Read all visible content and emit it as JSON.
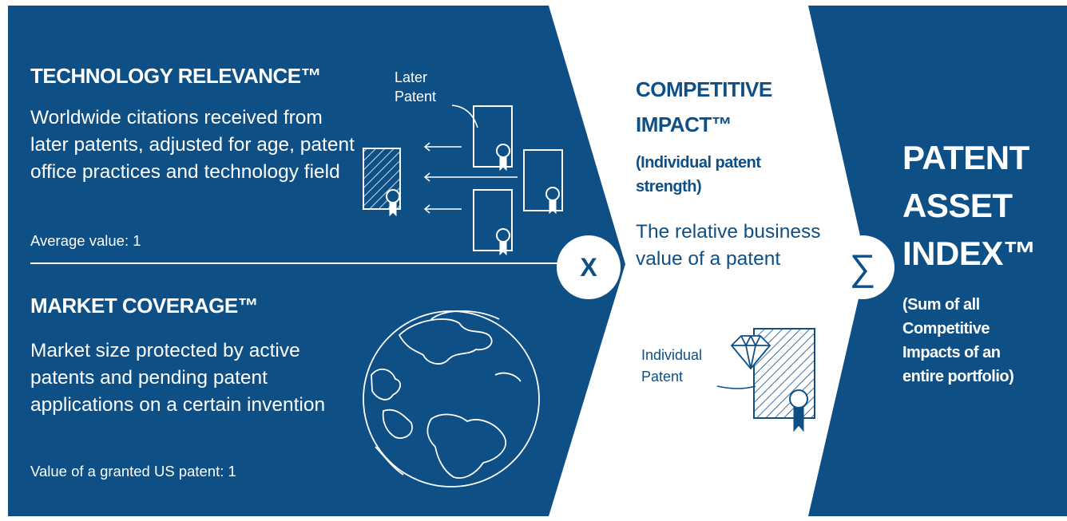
{
  "technology_relevance": {
    "title": "TECHNOLOGY RELEVANCE™",
    "description": "Worldwide citations received from later patents, adjusted for age, patent office practices and technology field",
    "average": "Average value: 1"
  },
  "market_coverage": {
    "title": "MARKET COVERAGE™",
    "description": "Market size protected by active patents and pending patent applications on a certain invention",
    "value": "Value of a granted US patent: 1"
  },
  "later_patent_label": [
    "Later",
    "Patent"
  ],
  "operator_multiply": "X",
  "competitive_impact": {
    "title_lines": [
      "COMPETITIVE",
      "IMPACT™"
    ],
    "subtitle_lines": [
      "(Individual patent",
      "strength)"
    ],
    "description": "The relative business value of a patent"
  },
  "individual_patent_label": [
    "Individual",
    "Patent"
  ],
  "operator_sum": "∑",
  "patent_asset_index": {
    "title_lines": [
      "PATENT",
      "ASSET",
      "INDEX™"
    ],
    "subtitle_lines": [
      "(Sum of all",
      "Competitive",
      "Impacts of an",
      "entire portfolio)"
    ]
  },
  "colors": {
    "primary_blue": "#0e4f86",
    "white": "#ffffff"
  },
  "icons": [
    "patent-document-icon",
    "globe-icon",
    "diamond-icon",
    "arrow-left-icon",
    "ribbon-seal-icon"
  ]
}
